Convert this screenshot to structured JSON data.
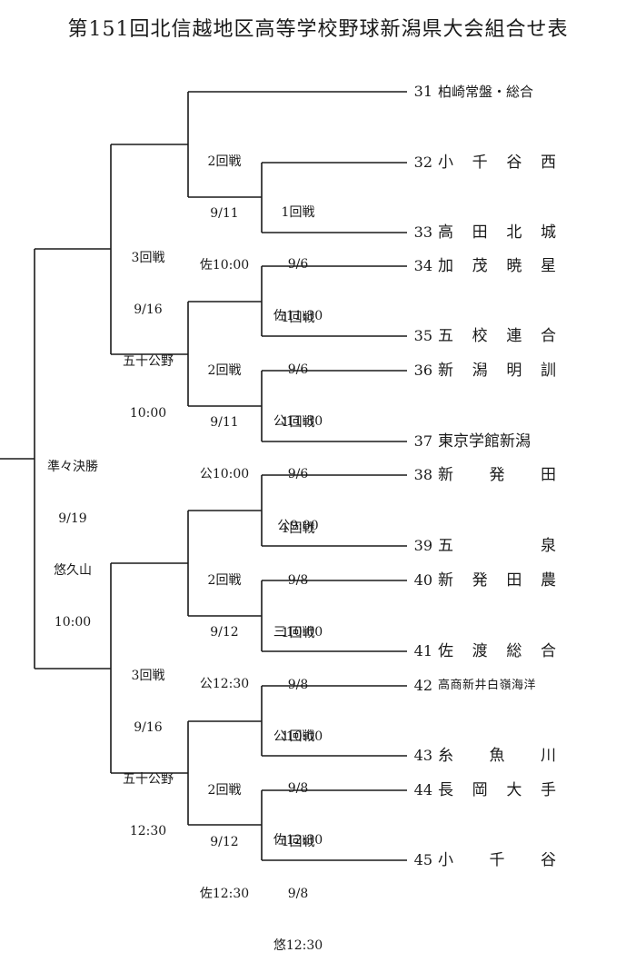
{
  "title": "第151回北信越地区高等学校野球新潟県大会組合せ表",
  "teams": [
    {
      "no": "31",
      "name": "柏崎常盤・総合"
    },
    {
      "no": "32",
      "name": "小千谷西"
    },
    {
      "no": "33",
      "name": "高田北城"
    },
    {
      "no": "34",
      "name": "加茂暁星"
    },
    {
      "no": "35",
      "name": "五校連合"
    },
    {
      "no": "36",
      "name": "新潟明訓"
    },
    {
      "no": "37",
      "name": "東京学館新潟"
    },
    {
      "no": "38",
      "name": "新発田"
    },
    {
      "no": "39",
      "name": "五泉"
    },
    {
      "no": "40",
      "name": "新発田農"
    },
    {
      "no": "41",
      "name": "佐渡総合"
    },
    {
      "no": "42",
      "name": "高商新井白嶺海洋"
    },
    {
      "no": "43",
      "name": "糸魚川"
    },
    {
      "no": "44",
      "name": "長岡大手"
    },
    {
      "no": "45",
      "name": "小千谷"
    }
  ],
  "matches": {
    "r2_1": {
      "round": "2回戦",
      "date": "9/11",
      "venue": "佐10:00"
    },
    "r1_1": {
      "round": "1回戦",
      "date": "9/6",
      "venue": "佐11:30"
    },
    "r1_2": {
      "round": "1回戦",
      "date": "9/6",
      "venue": "公11:30"
    },
    "r2_2": {
      "round": "2回戦",
      "date": "9/11",
      "venue": "公10:00"
    },
    "r1_3": {
      "round": "1回戦",
      "date": "9/6",
      "venue": "公9:00"
    },
    "r3_1": {
      "round": "3回戦",
      "date": "9/16",
      "venue": "五十公野",
      "time": "10:00"
    },
    "qf": {
      "round": "準々決勝",
      "date": "9/19",
      "venue": "悠久山",
      "time": "10:00"
    },
    "r1_4": {
      "round": "1回戦",
      "date": "9/8",
      "venue": "三10:00"
    },
    "r2_3": {
      "round": "2回戦",
      "date": "9/12",
      "venue": "公12:30"
    },
    "r1_5": {
      "round": "1回戦",
      "date": "9/8",
      "venue": "公10:00"
    },
    "r3_2": {
      "round": "3回戦",
      "date": "9/16",
      "venue": "五十公野",
      "time": "12:30"
    },
    "r1_6": {
      "round": "1回戦",
      "date": "9/8",
      "venue": "佐12:30"
    },
    "r2_4": {
      "round": "2回戦",
      "date": "9/12",
      "venue": "佐12:30"
    },
    "r1_7": {
      "round": "1回戦",
      "date": "9/8",
      "venue": "悠12:30"
    }
  }
}
